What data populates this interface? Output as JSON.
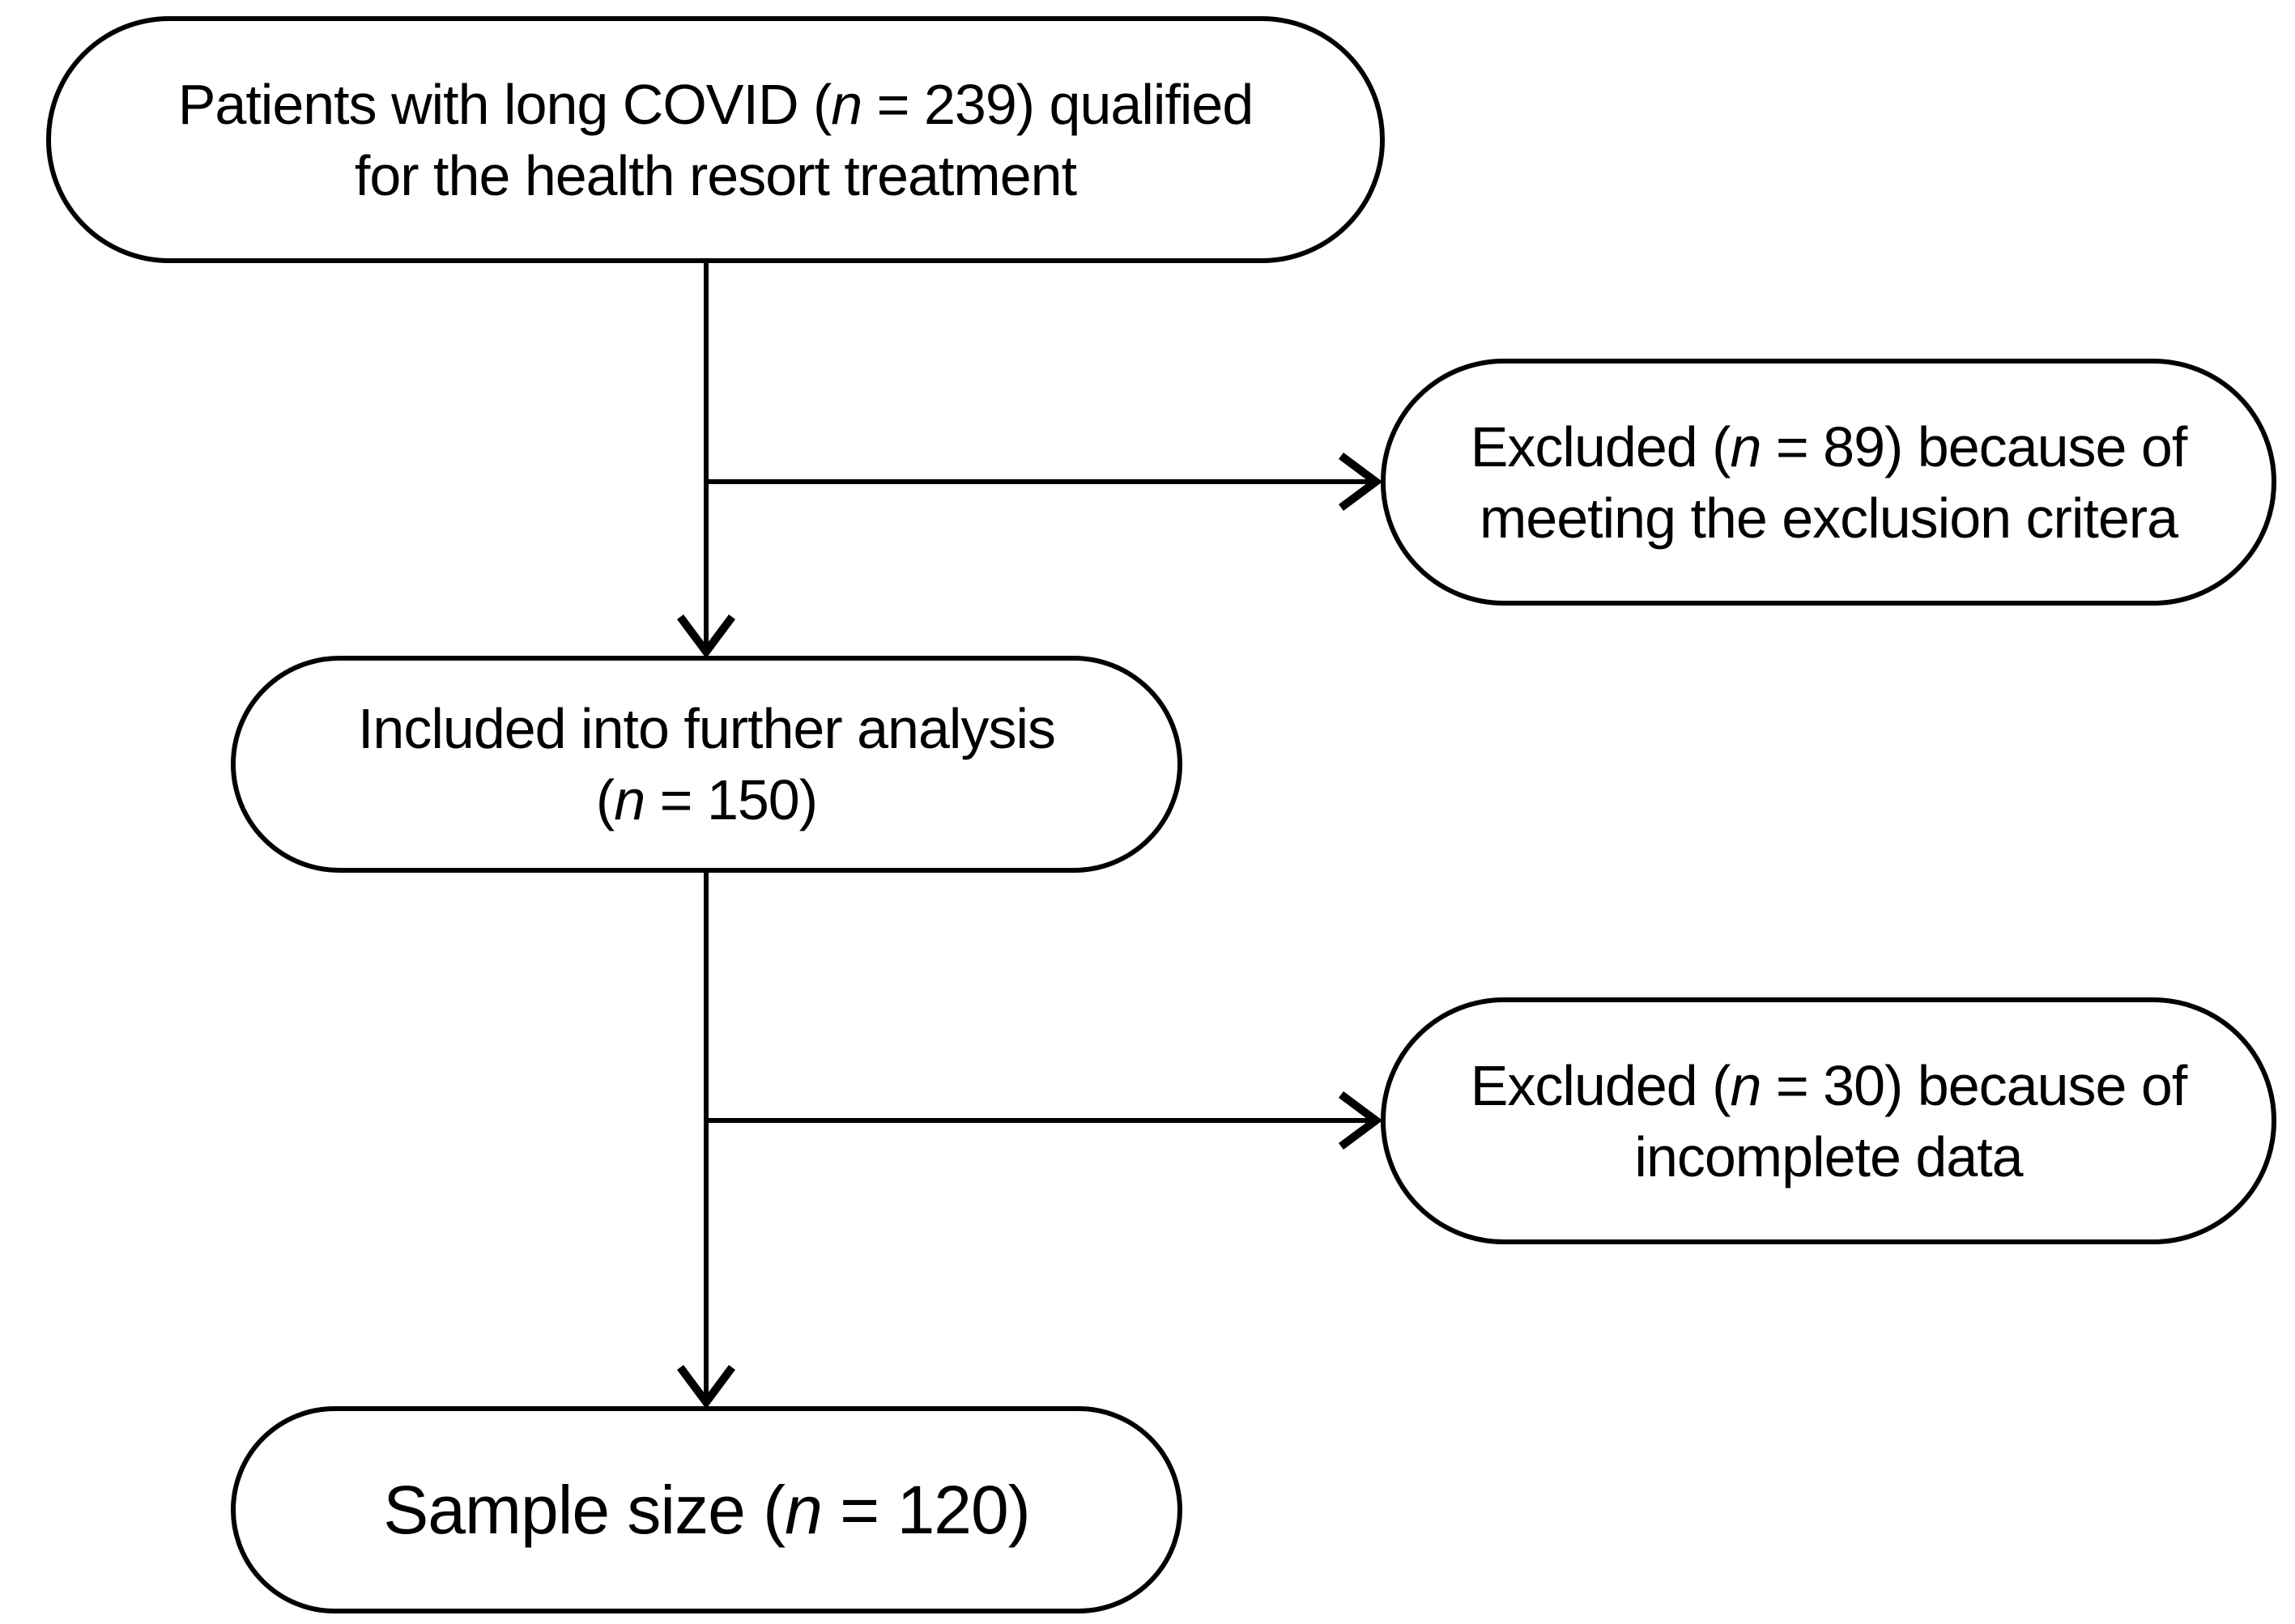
{
  "diagram": {
    "type": "patient-flowchart",
    "colors": {
      "stroke": "#000000",
      "fill": "#ffffff",
      "text": "#000000"
    },
    "nodes": {
      "qualified": {
        "line1_pre": "Patients with long COVID (",
        "line1_var": "n",
        "line1_post": " = 239) qualified",
        "line2": "for the health resort treatment"
      },
      "excluded1": {
        "line1_pre": "Excluded (",
        "line1_var": "n",
        "line1_post": " = 89) because of",
        "line2": "meeting the exclusion critera"
      },
      "included": {
        "line1": "Included into further analysis",
        "line2_pre": "(",
        "line2_var": "n",
        "line2_post": " = 150)"
      },
      "excluded2": {
        "line1_pre": "Excluded (",
        "line1_var": "n",
        "line1_post": " = 30) because of",
        "line2": "incomplete data"
      },
      "sample": {
        "line_pre": "Sample size (",
        "line_var": "n",
        "line_post": " = 120)"
      }
    }
  }
}
